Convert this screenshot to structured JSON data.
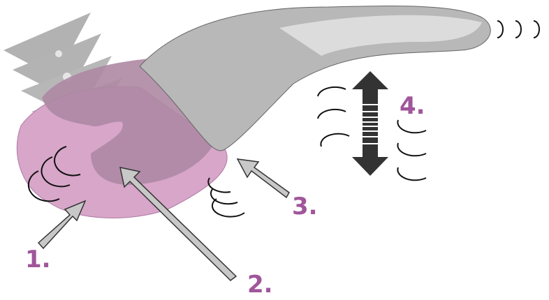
{
  "labels": [
    "1.",
    "2.",
    "3.",
    "4."
  ],
  "colors": {
    "label": "#a0569a",
    "tissue_light": "#d7a6c9",
    "tissue_dark": "#ad88a3",
    "probe": "#b8b8b8",
    "arrow_fill": "#c8c8c8",
    "double_arrow": "#333333"
  },
  "icons": [
    "light-planes-icon",
    "sound-wave-icon",
    "pointer-arrow-icon",
    "vibration-arrow-icon"
  ]
}
